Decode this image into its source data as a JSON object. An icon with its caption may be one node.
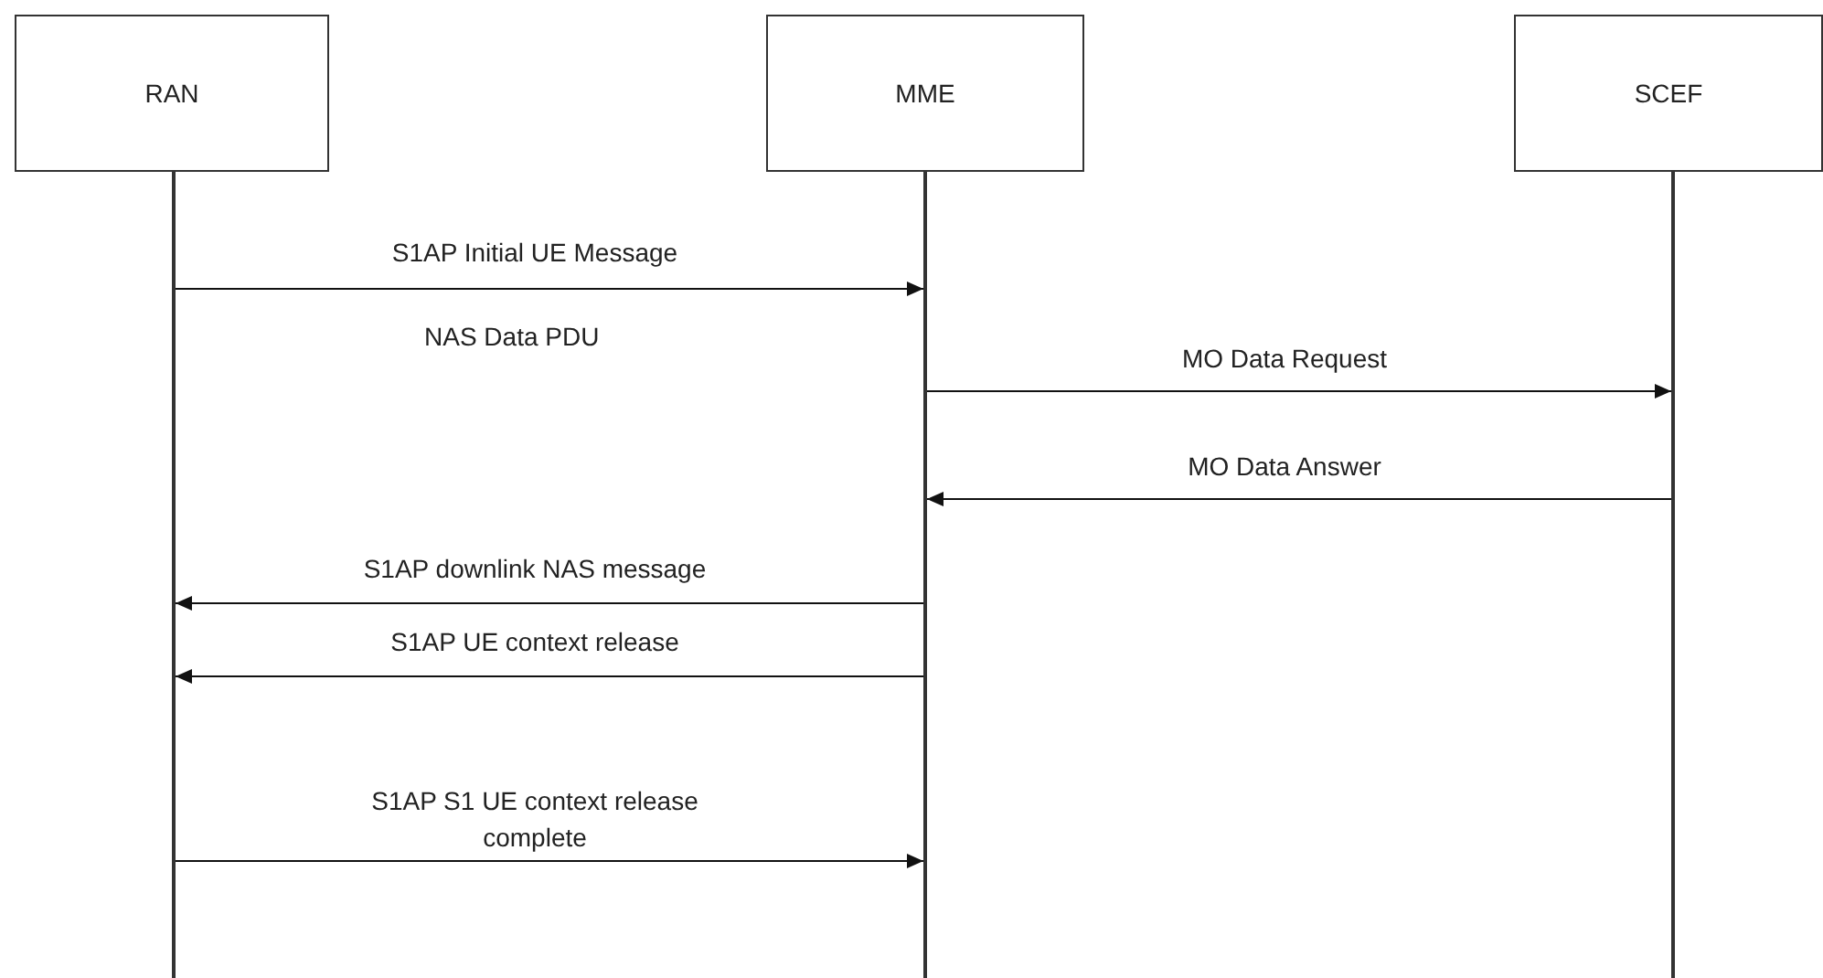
{
  "diagram": {
    "nodes": [
      {
        "text": [
          "RAN"
        ]
      },
      {
        "text": [
          "MME"
        ]
      },
      {
        "text": [
          "SCEF"
        ]
      },
      {
        "text": [],
        "shape": "line"
      },
      {
        "text": [],
        "shape": "line"
      },
      {
        "text": [],
        "shape": "line"
      }
    ],
    "edges": [
      {
        "from": 3,
        "to": 4,
        "arrow": "to",
        "label": "S1AP Initial UE Message"
      },
      {
        "from": 4,
        "to": 5,
        "arrow": "to",
        "label": "MO Data Request"
      },
      {
        "from": 5,
        "to": 4,
        "arrow": "to",
        "label": "MO Data Answer"
      },
      {
        "from": 4,
        "to": 3,
        "arrow": "to",
        "label": "S1AP downlink NAS message"
      },
      {
        "from": 4,
        "to": 3,
        "arrow": "to",
        "label": "S1AP UE context release"
      },
      {
        "from": 3,
        "to": 4,
        "arrow": "to",
        "label": "S1AP S1 UE context release complete"
      }
    ],
    "labels": [
      "NAS Data PDU"
    ]
  }
}
